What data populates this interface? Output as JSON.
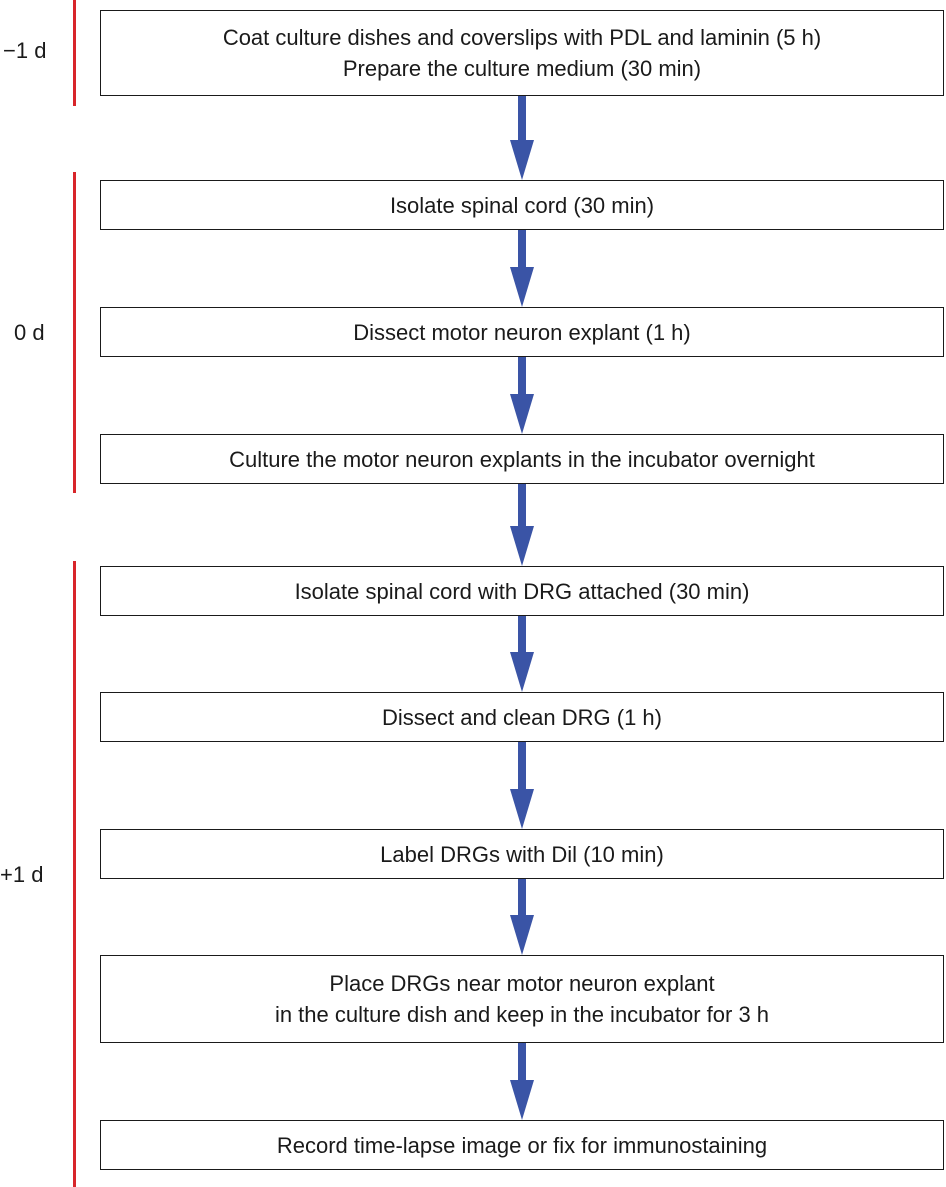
{
  "colors": {
    "arrow": "#3a54a6",
    "phase_bar": "#d8252a",
    "box_border": "#1a1a1a"
  },
  "phases": [
    {
      "label": "−1 d"
    },
    {
      "label": "0 d"
    },
    {
      "label": "+1 d"
    }
  ],
  "steps": [
    {
      "lines": [
        "Coat culture dishes and coverslips with PDL and laminin (5 h)",
        "Prepare the culture medium (30 min)"
      ]
    },
    {
      "lines": [
        "Isolate spinal cord (30 min)"
      ]
    },
    {
      "lines": [
        "Dissect motor neuron explant (1 h)"
      ]
    },
    {
      "lines": [
        "Culture the motor neuron explants in the incubator overnight"
      ]
    },
    {
      "lines": [
        "Isolate spinal cord with DRG attached (30 min)"
      ]
    },
    {
      "lines": [
        "Dissect and clean DRG (1 h)"
      ]
    },
    {
      "lines": [
        "Label DRGs with Dil (10 min)"
      ]
    },
    {
      "lines": [
        "Place DRGs near motor neuron explant",
        "in the culture dish and keep in the incubator for 3 h"
      ]
    },
    {
      "lines": [
        "Record time-lapse image or fix for immunostaining"
      ]
    }
  ]
}
